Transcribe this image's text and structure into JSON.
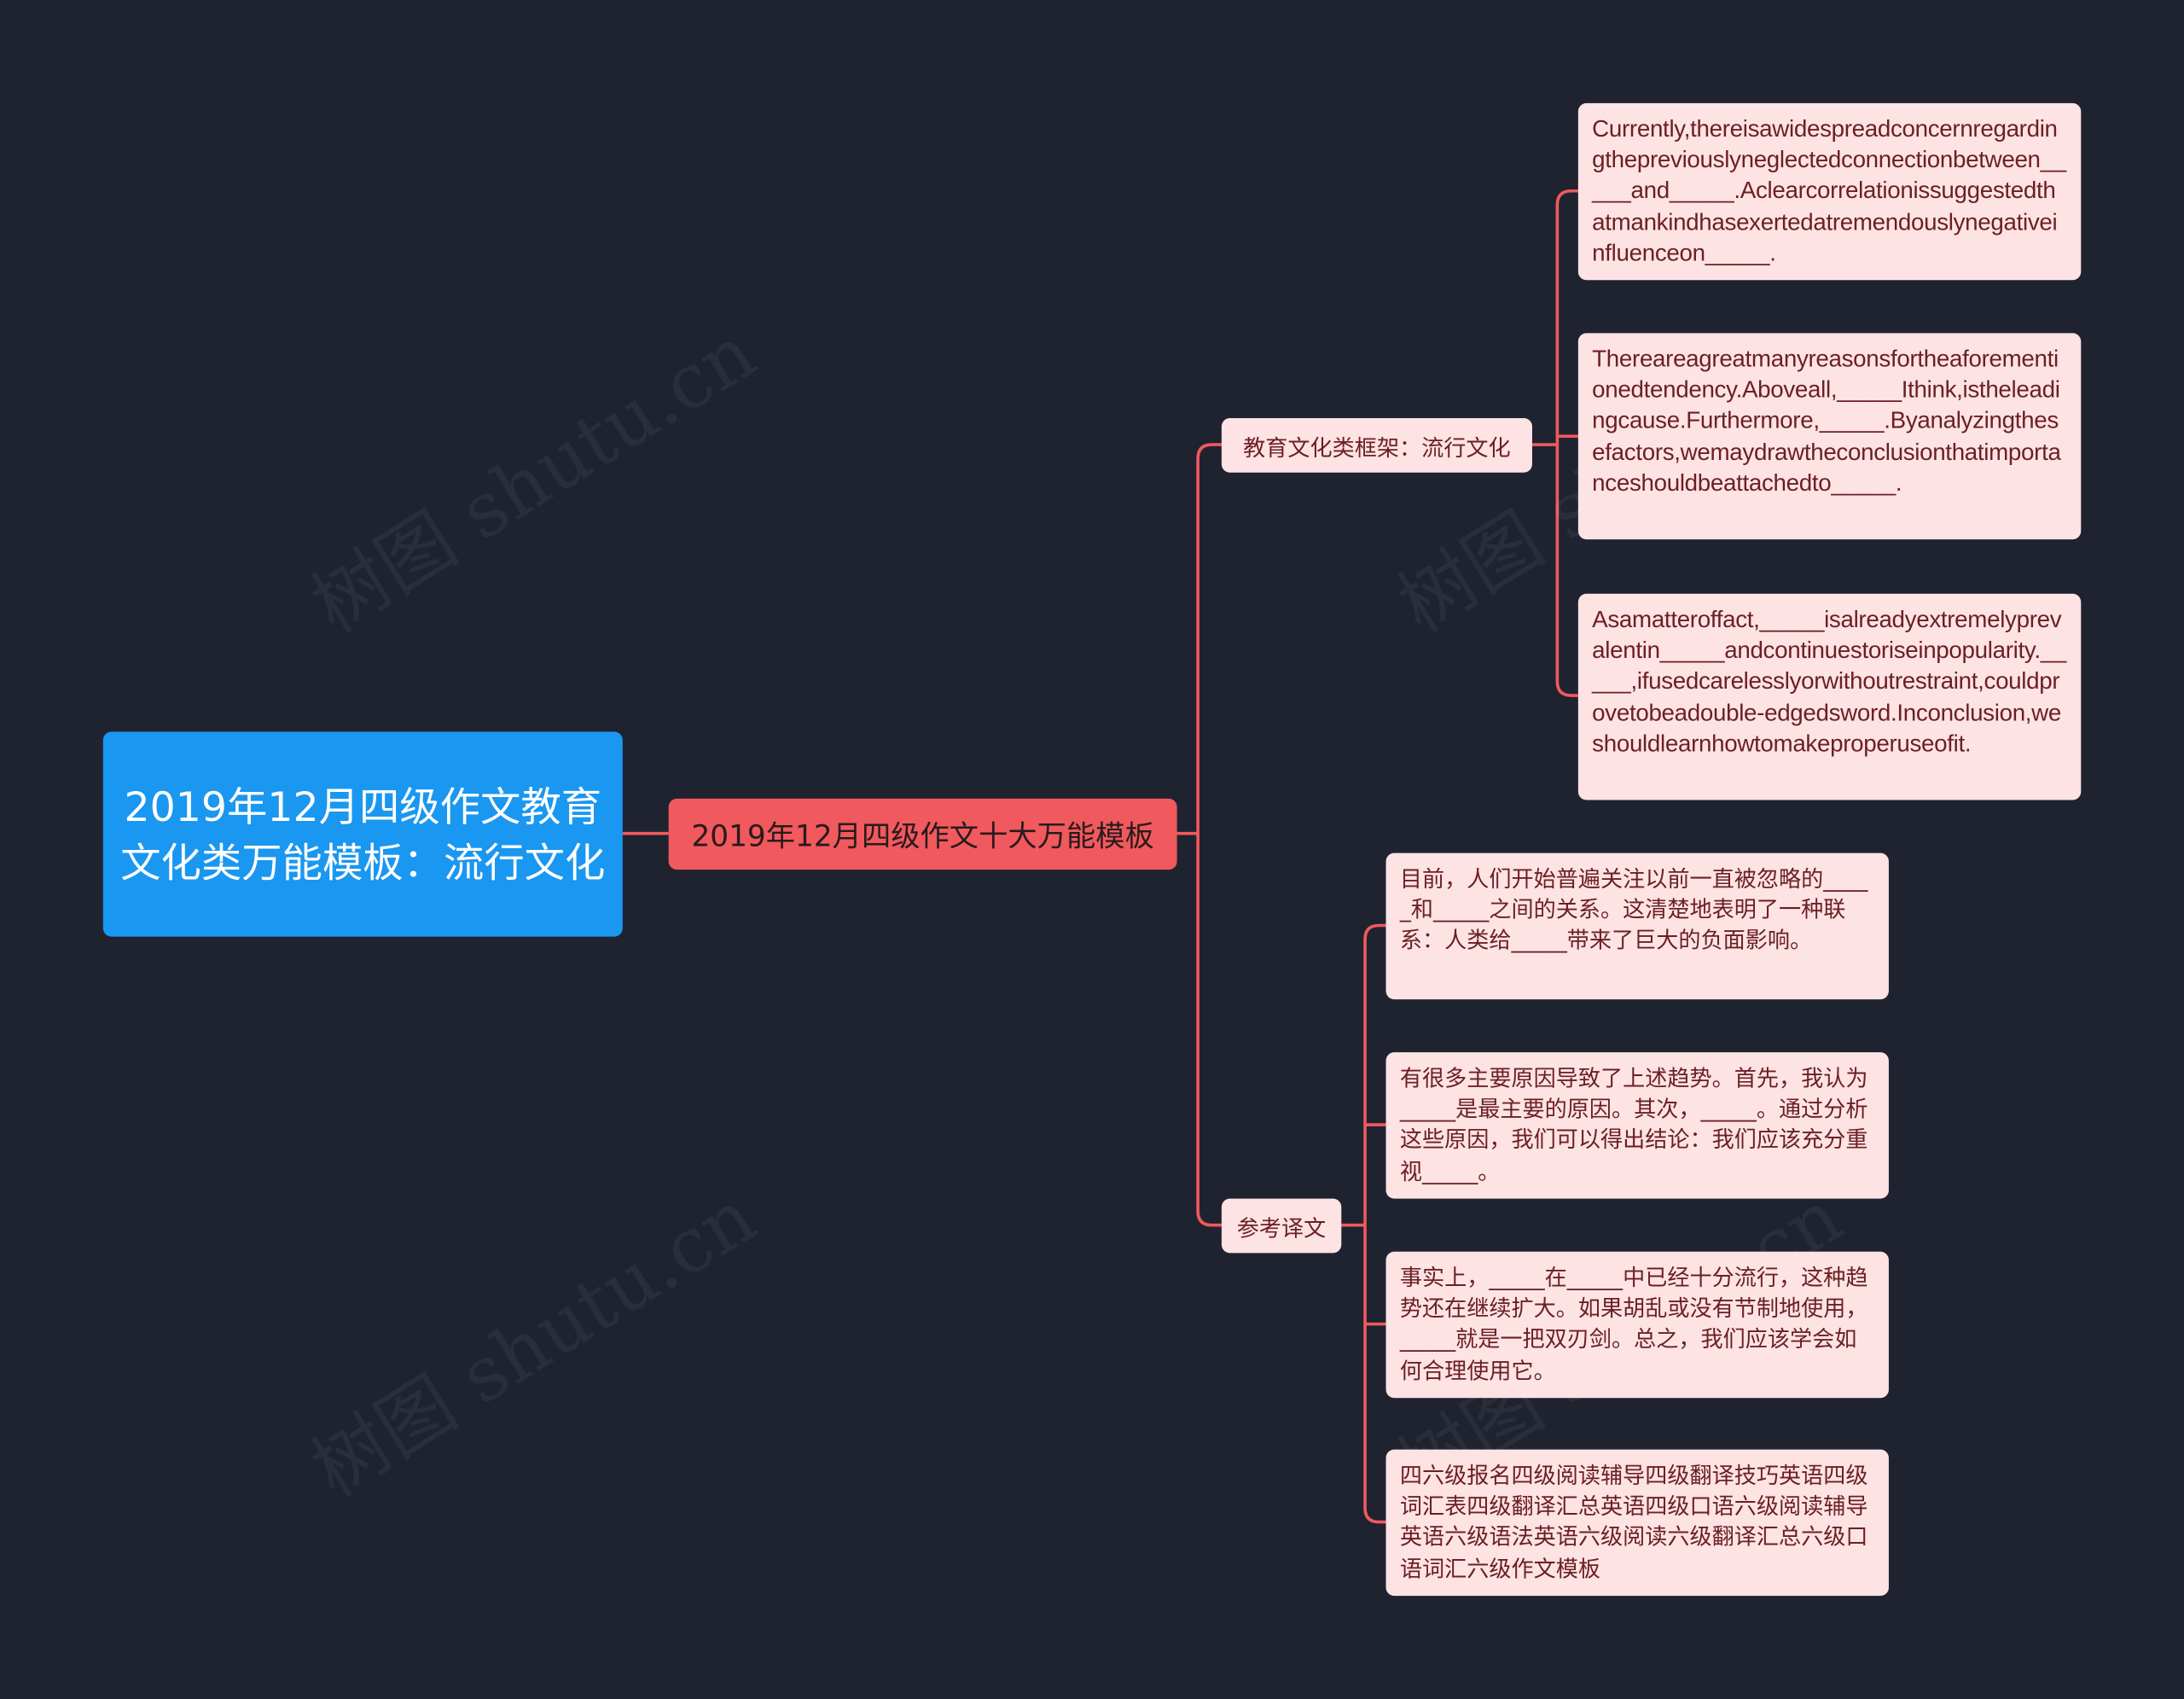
{
  "colors": {
    "background": "#1f2330",
    "root": "#1a97f0",
    "main_topic": "#f0595d",
    "branch": "#fde3e3",
    "connector": "#f0595d"
  },
  "root": {
    "label": "2019年12月四级作文教育文化类万能模板：流行文化"
  },
  "main_topic": {
    "label": "2019年12月四级作文十大万能模板"
  },
  "branches": [
    {
      "label": "教育文化类框架：流行文化",
      "children": [
        "Currently,thereisawidespreadconcernregardingthepreviouslyneglectedconnectionbetween_____and_____.Aclearcorrelationissuggestedthatmankindhasexertedatremendouslynegativeinfluenceon_____.",
        "Thereareagreatmanyreasonsfortheaforementionedtendency.Aboveall,_____Ithink,istheleadingcause.Furthermore,_____.Byanalyzingthesefactors,wemaydrawtheconclusionthatimportanceshouldbeattachedto_____.",
        "Asamatteroffact,_____isalreadyextremelyprevalentin_____andcontinuestoriseinpopularity._____,ifusedcarelesslyorwithoutrestraint,couldprovetobeadouble-edgedsword.Inconclusion,weshouldlearnhowtomakeproperuseofit."
      ]
    },
    {
      "label": "参考译文",
      "children": [
        "目前，人们开始普遍关注以前一直被忽略的_____和_____之间的关系。这清楚地表明了一种联系：人类给_____带来了巨大的负面影响。",
        "有很多主要原因导致了上述趋势。首先，我认为_____是最主要的原因。其次，_____。通过分析这些原因，我们可以得出结论：我们应该充分重视_____。",
        "事实上，_____在_____中已经十分流行，这种趋势还在继续扩大。如果胡乱或没有节制地使用，_____就是一把双刃剑。总之，我们应该学会如何合理使用它。",
        "四六级报名四级阅读辅导四级翻译技巧英语四级词汇表四级翻译汇总英语四级口语六级阅读辅导英语六级语法英语六级阅读六级翻译汇总六级口语词汇六级作文模板"
      ]
    }
  ],
  "watermark": "树图 shutu.cn"
}
